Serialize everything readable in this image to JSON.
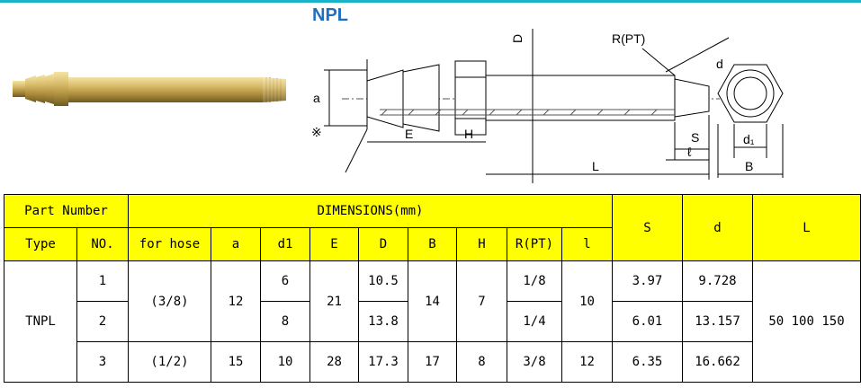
{
  "title": "NPL",
  "drawing": {
    "labels": {
      "D": "D",
      "R": "R(PT)",
      "d": "d",
      "a": "a",
      "mark": "※",
      "E": "E",
      "H": "H",
      "S": "S",
      "l": "ℓ",
      "L": "L",
      "d1": "d₁",
      "B": "B"
    }
  },
  "table": {
    "header1": {
      "part_number": "Part Number",
      "dimensions": "DIMENSIONS(mm)",
      "S": "S",
      "d": "d",
      "L": "L"
    },
    "header2": {
      "type": "Type",
      "no": "NO.",
      "for_hose": "for hose",
      "a": "a",
      "d1": "d1",
      "E": "E",
      "D": "D",
      "B": "B",
      "H": "H",
      "R": "R(PT)",
      "l": "l"
    },
    "type": "TNPL",
    "l_values": "50 100 150",
    "rows": [
      {
        "no": "1",
        "d1": "6",
        "D": "10.5",
        "R": "1/8",
        "S": "3.97",
        "d": "9.728"
      },
      {
        "no": "2",
        "d1": "8",
        "D": "13.8",
        "R": "1/4",
        "S": "6.01",
        "d": "13.157"
      },
      {
        "no": "3",
        "for_hose": "(1/2)",
        "a": "15",
        "d1": "10",
        "E": "28",
        "D": "17.3",
        "B": "17",
        "H": "8",
        "R": "3/8",
        "l": "12",
        "S": "6.35",
        "d": "16.662"
      }
    ],
    "merged_1_2": {
      "for_hose": "(3/8)",
      "a": "12",
      "E": "21",
      "B": "14",
      "H": "7",
      "l": "10"
    }
  },
  "colors": {
    "header_bg": "#ffff00",
    "title": "#1e6fc0",
    "brass": "#c9a84c",
    "accent_bar": "#1ab3c5"
  }
}
